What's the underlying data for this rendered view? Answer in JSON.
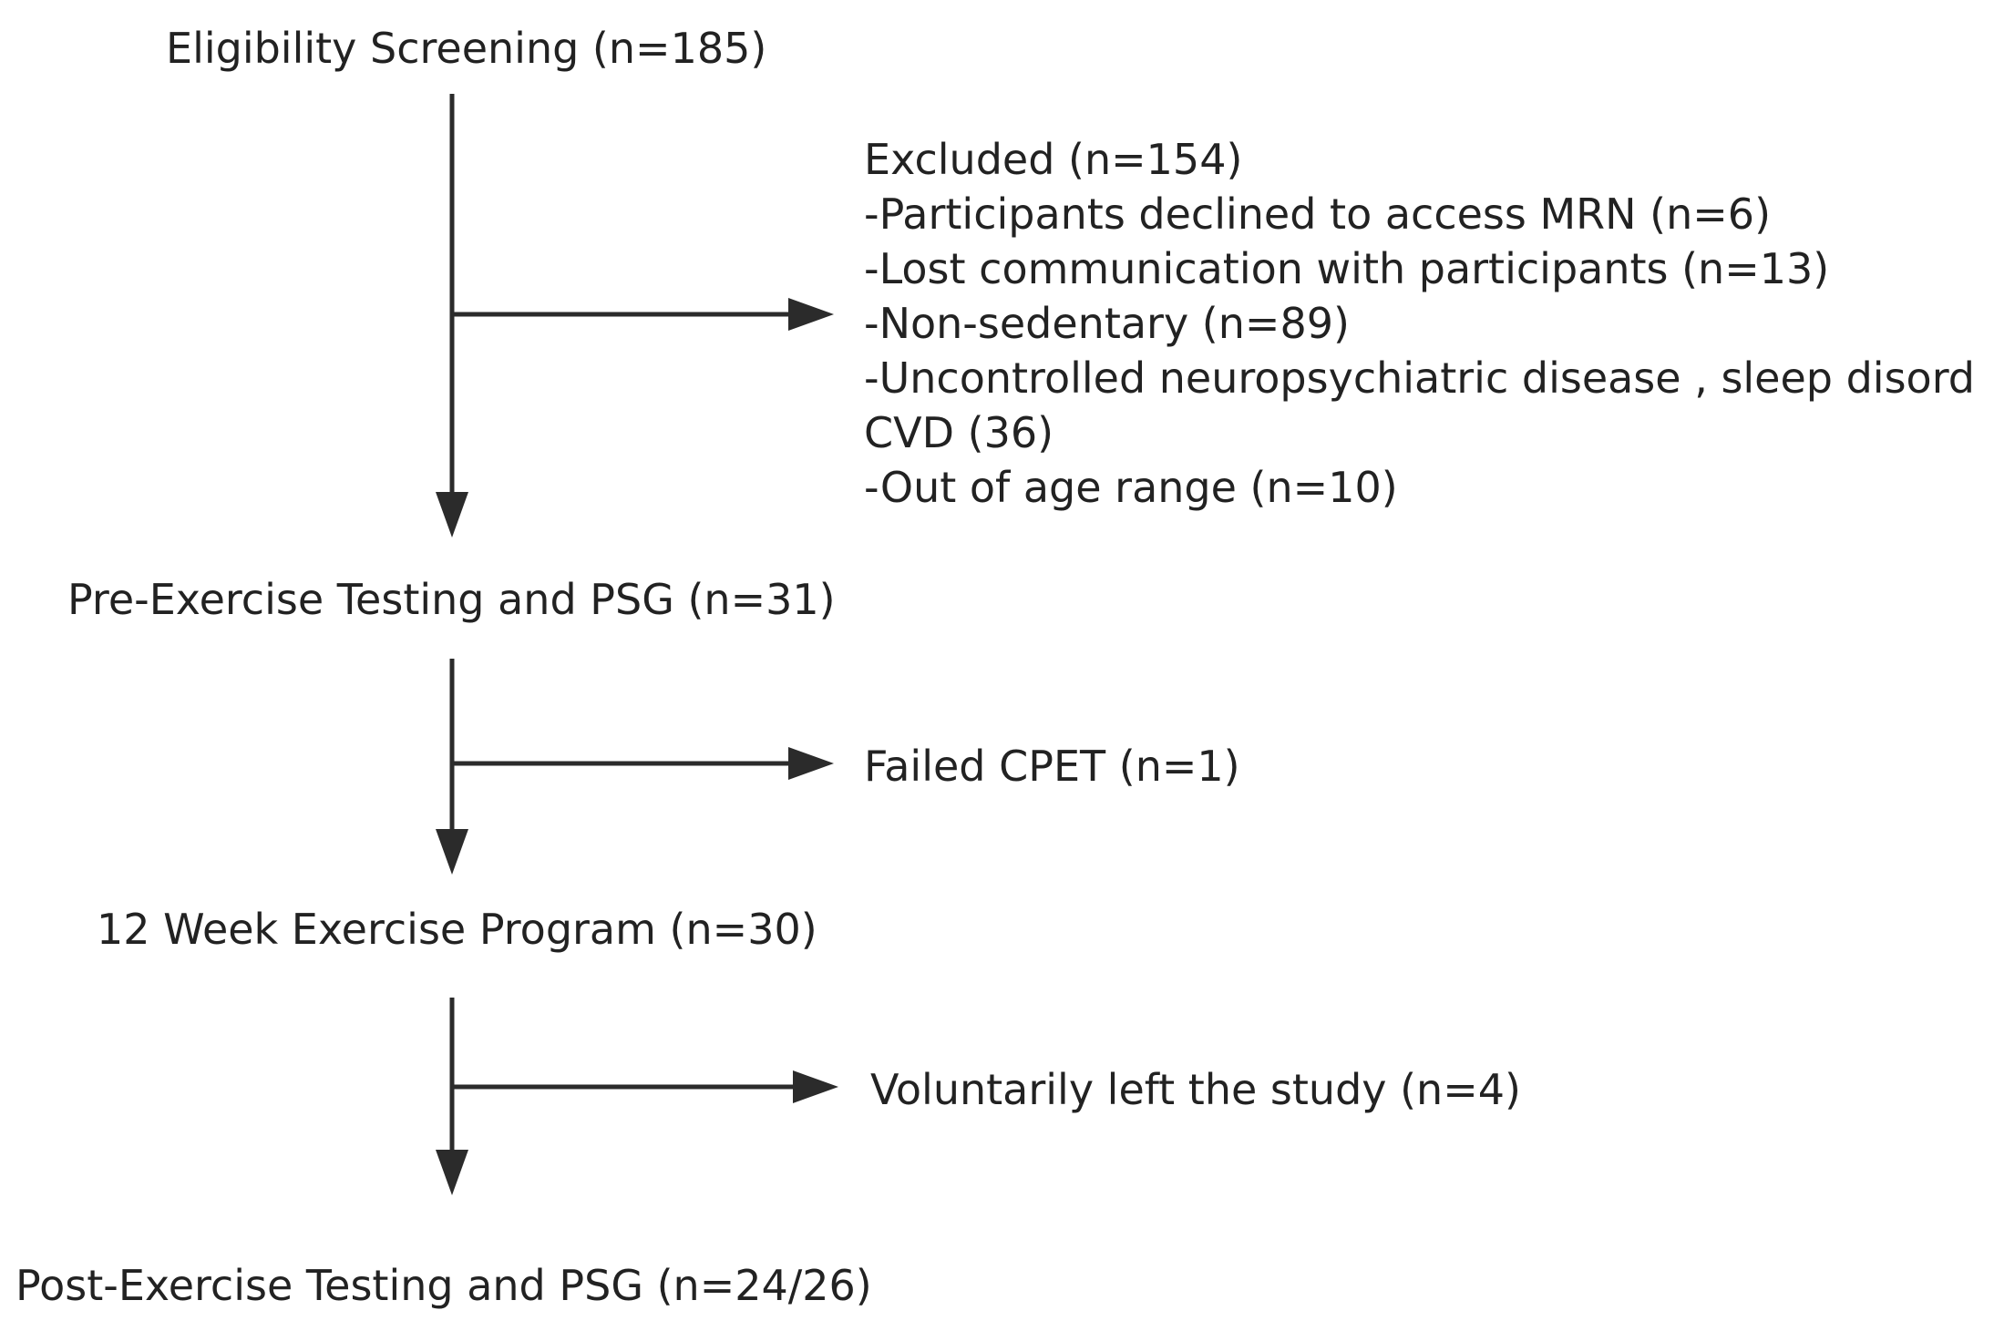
{
  "diagram": {
    "steps": [
      {
        "id": "screening",
        "label": "Eligibility Screening (n=185)"
      },
      {
        "id": "pre",
        "label": "Pre-Exercise Testing and PSG (n=31)"
      },
      {
        "id": "program",
        "label": "12 Week Exercise Program (n=30)"
      },
      {
        "id": "post",
        "label": "Post-Exercise Testing and PSG (n=24/26)"
      }
    ],
    "exclusions": [
      {
        "id": "excluded",
        "lines": [
          "Excluded (n=154)",
          "-Participants declined to access MRN (n=6)",
          "-Lost communication with participants (n=13)",
          "-Non-sedentary (n=89)",
          "-Uncontrolled neuropsychiatric disease , sleep disord",
          "CVD (36)",
          "-Out of age range (n=10)"
        ]
      },
      {
        "id": "failed-cpet",
        "label": "Failed CPET  (n=1)"
      },
      {
        "id": "voluntarily-left",
        "label": "Voluntarily left the study  (n=4)"
      }
    ],
    "colors": {
      "line": "#2b2b2b",
      "text": "#222222",
      "background": "#ffffff"
    }
  }
}
